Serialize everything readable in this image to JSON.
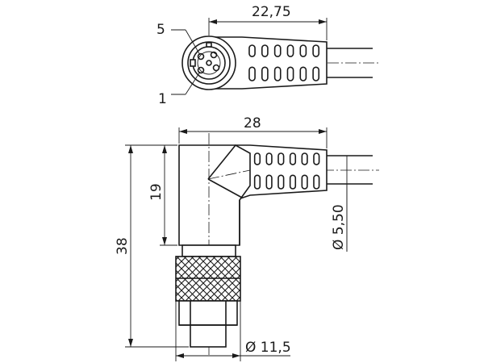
{
  "dimensions": {
    "overall_length_top": "22,75",
    "overall_width": "28",
    "height_19": "19",
    "height_38": "38",
    "cable_diameter": "Ø 5,50",
    "thread_diameter": "Ø 11,5"
  },
  "pin_labels": {
    "pin_5": "5",
    "pin_1": "1"
  }
}
